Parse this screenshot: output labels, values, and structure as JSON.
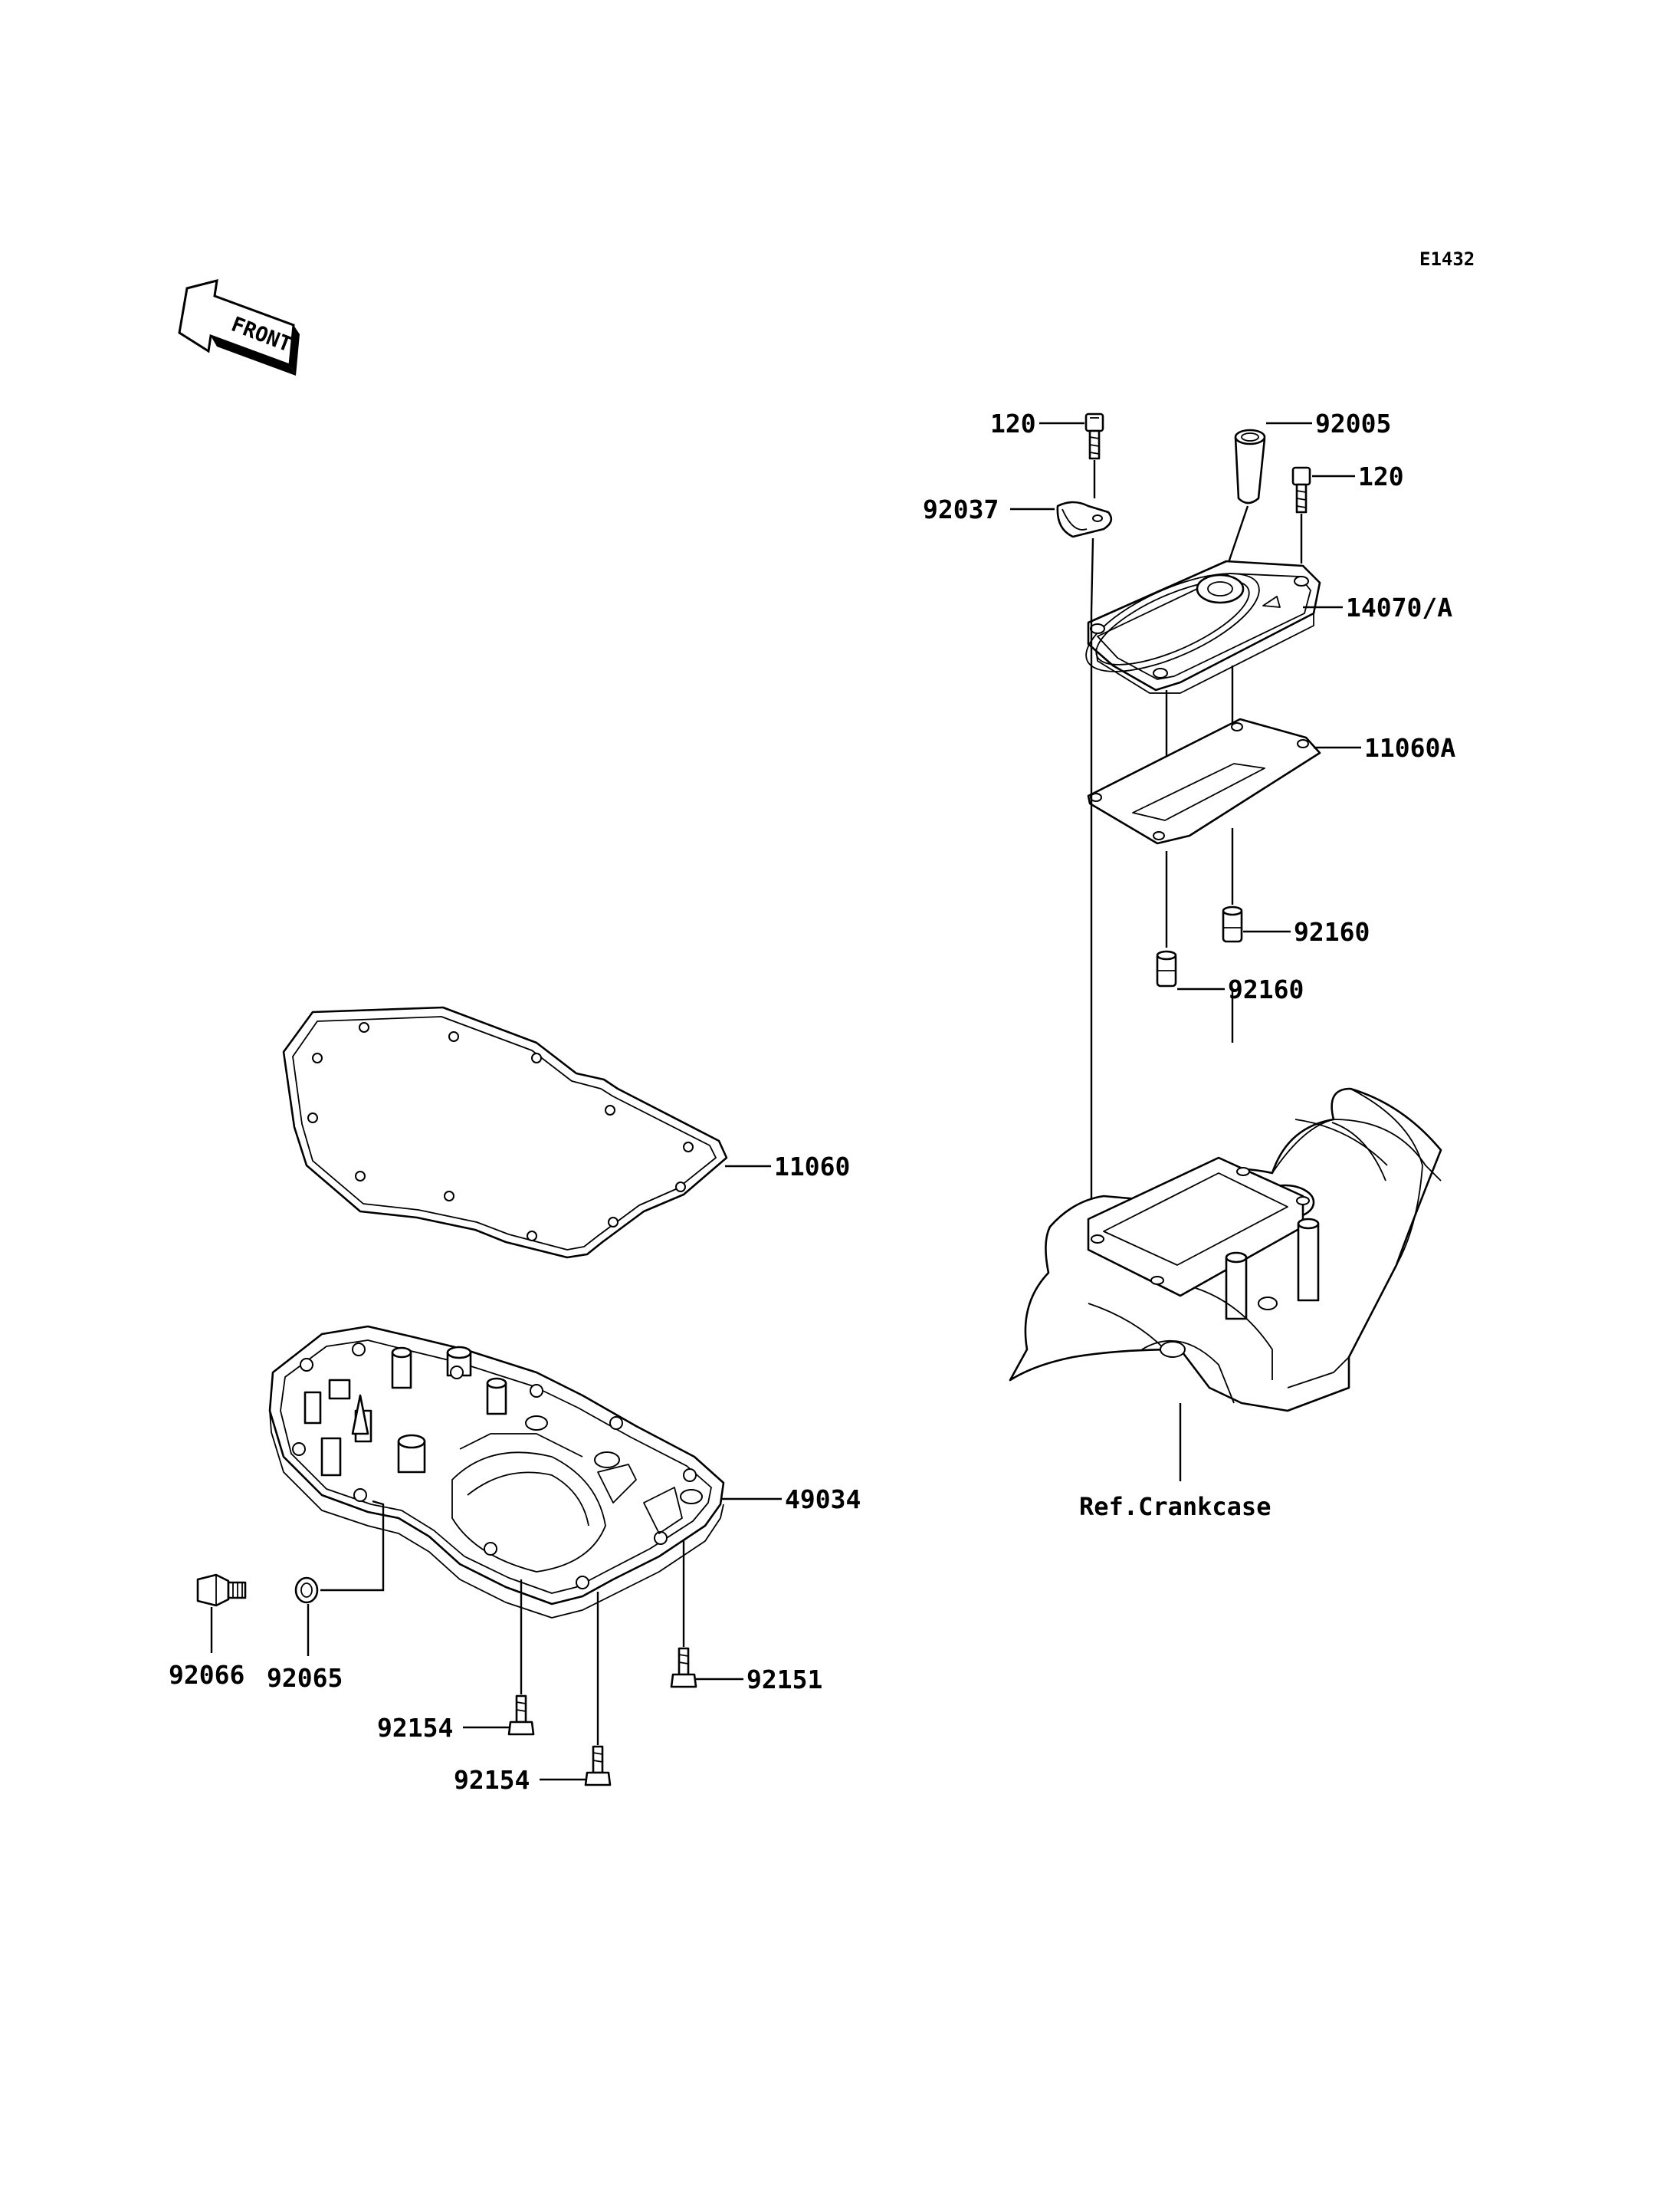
{
  "diagram_code": "E1432",
  "front_arrow_label": "FRONT",
  "reference_label": "Ref.Crankcase",
  "callouts": {
    "bolt_120_top": "120",
    "fitting_92005": "92005",
    "bolt_120_right": "120",
    "clamp_92037": "92037",
    "cover_14070A": "14070/A",
    "gasket_11060A": "11060A",
    "dowel_92160_upper": "92160",
    "dowel_92160_lower": "92160",
    "gasket_11060": "11060",
    "oil_pan_49034": "49034",
    "drain_plug_92066": "92066",
    "washer_92065": "92065",
    "bolt_92151": "92151",
    "bolt_92154_upper": "92154",
    "bolt_92154_lower": "92154"
  }
}
